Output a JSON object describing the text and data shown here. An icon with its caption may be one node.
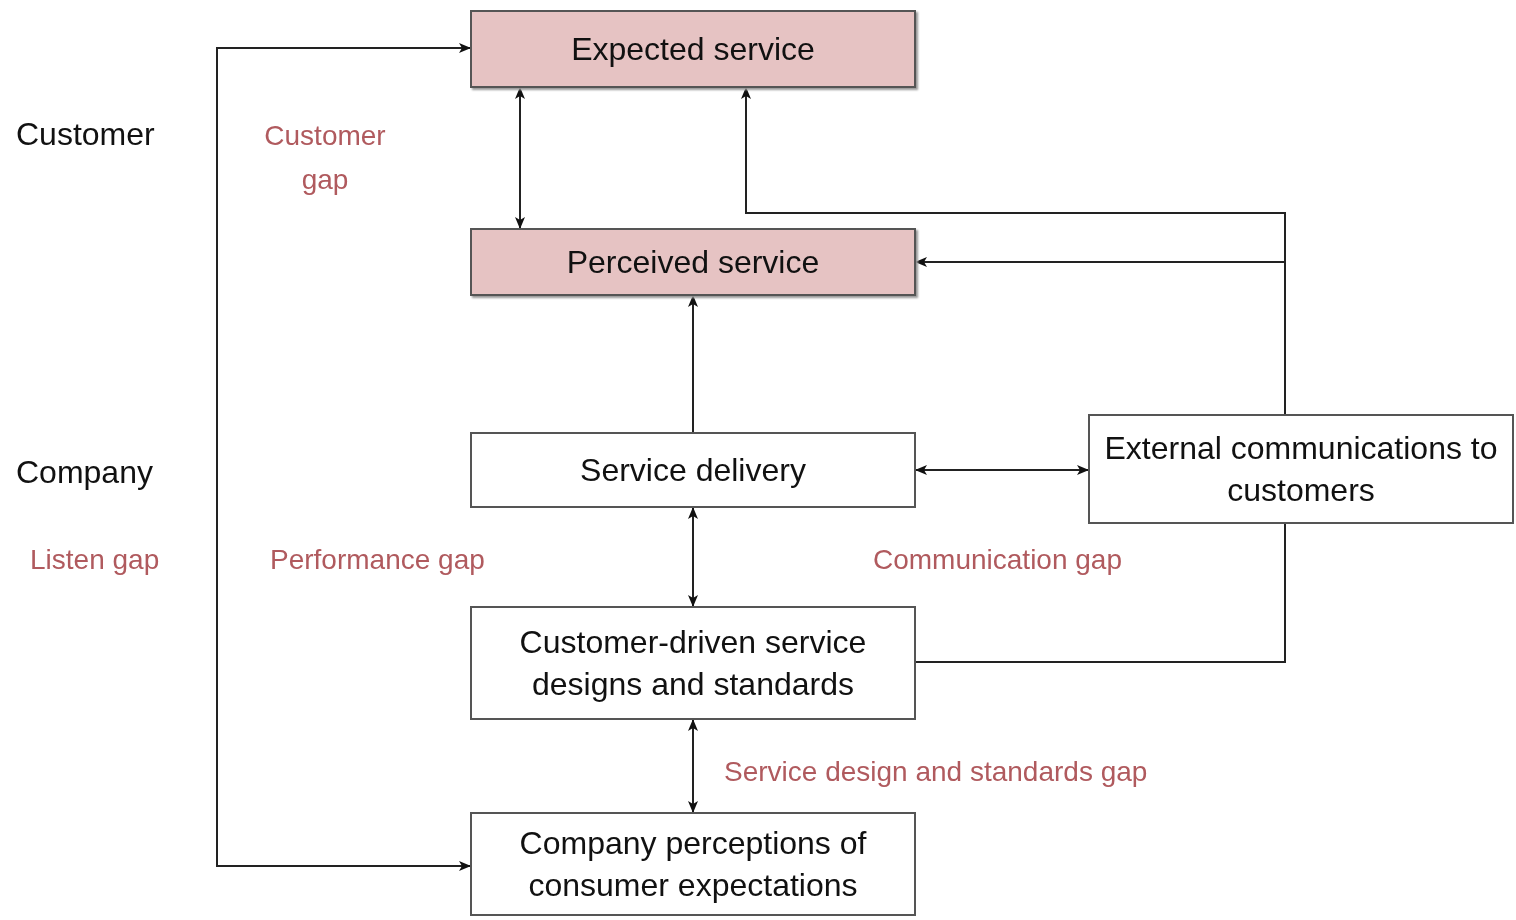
{
  "diagram": {
    "nodes": [
      {
        "text": [
          "Expected service"
        ]
      },
      {
        "text": [
          "Perceived service"
        ]
      },
      {
        "text": [
          "Service delivery"
        ]
      },
      {
        "text": [
          "External communications to customers"
        ]
      },
      {
        "text": [
          "Customer-driven service designs and standards"
        ]
      },
      {
        "text": [
          "Company perceptions of consumer expectations"
        ]
      }
    ],
    "edges": [
      {
        "from": 0,
        "to": 1,
        "arrow": "both"
      },
      {
        "from": 2,
        "to": 1,
        "arrow": "to"
      },
      {
        "from": 2,
        "to": 3,
        "arrow": "both"
      },
      {
        "from": 2,
        "to": 4,
        "arrow": "both"
      },
      {
        "from": 4,
        "to": 5,
        "arrow": "both"
      },
      {
        "from": 5,
        "to": 0,
        "arrow": "both"
      },
      {
        "from": 3,
        "to": 0,
        "arrow": "to"
      },
      {
        "from": 3,
        "to": 1,
        "arrow": "to"
      },
      {
        "from": 4,
        "to": 3,
        "arrow": "none"
      }
    ],
    "labels": [
      "Customer",
      "Customer gap",
      "Company",
      "Listen gap",
      "Performance gap",
      "Communication gap",
      "Service design and standards gap"
    ]
  }
}
